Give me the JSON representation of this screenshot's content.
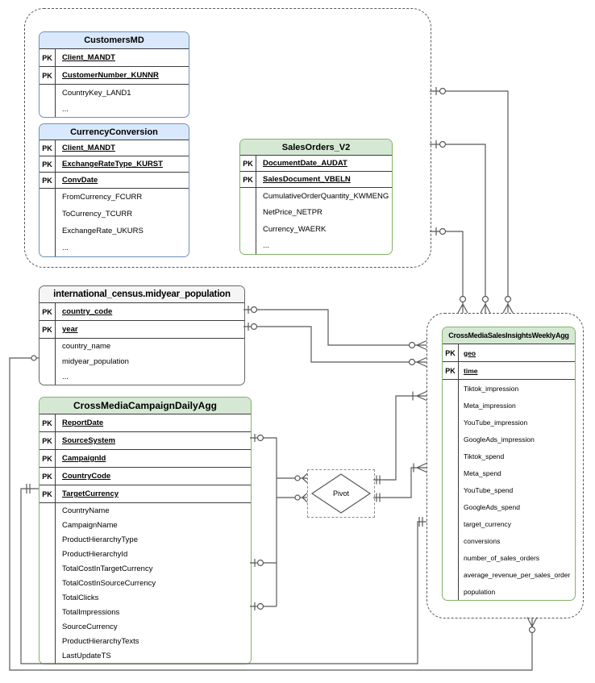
{
  "diagram": {
    "pivot_label": "Pivot",
    "colors": {
      "blue": {
        "header": "#dae8fc",
        "border": "#6c8ebf"
      },
      "green": {
        "header": "#d5e8d4",
        "border": "#82b366"
      },
      "gray": {
        "header": "#f5f5f5",
        "border": "#666666"
      },
      "line": "#595959"
    },
    "tables": [
      {
        "title": "CustomersMD",
        "theme": "blue",
        "rows": [
          {
            "pk": "PK",
            "name": "Client_MANDT"
          },
          {
            "pk": "PK",
            "name": "CustomerNumber_KUNNR"
          },
          {
            "name": "CountryKey_LAND1"
          },
          {
            "name": "..."
          }
        ]
      },
      {
        "title": "CurrencyConversion",
        "theme": "blue",
        "rows": [
          {
            "pk": "PK",
            "name": "Client_MANDT"
          },
          {
            "pk": "PK",
            "name": "ExchangeRateType_KURST"
          },
          {
            "pk": "PK",
            "name": "ConvDate"
          },
          {
            "name": "FromCurrency_FCURR"
          },
          {
            "name": "ToCurrency_TCURR"
          },
          {
            "name": "ExchangeRate_UKURS"
          },
          {
            "name": "..."
          }
        ]
      },
      {
        "title": "SalesOrders_V2",
        "theme": "green",
        "rows": [
          {
            "pk": "PK",
            "name": "DocumentDate_AUDAT"
          },
          {
            "pk": "PK",
            "name": "SalesDocument_VBELN"
          },
          {
            "name": "CumulativeOrderQuantity_KWMENG"
          },
          {
            "name": "NetPrice_NETPR"
          },
          {
            "name": "Currency_WAERK"
          },
          {
            "name": "..."
          }
        ]
      },
      {
        "title": "international_census.midyear_population",
        "theme": "gray",
        "rows": [
          {
            "pk": "PK",
            "name": "country_code"
          },
          {
            "pk": "PK",
            "name": "year"
          },
          {
            "name": "country_name"
          },
          {
            "name": "midyear_population"
          },
          {
            "name": "..."
          }
        ]
      },
      {
        "title": "CrossMediaCampaignDailyAgg",
        "theme": "green",
        "rows": [
          {
            "pk": "PK",
            "name": "ReportDate"
          },
          {
            "pk": "PK",
            "name": "SourceSystem"
          },
          {
            "pk": "PK",
            "name": "CampaignId"
          },
          {
            "pk": "PK",
            "name": "CountryCode"
          },
          {
            "pk": "PK",
            "name": "TargetCurrency"
          },
          {
            "name": "CountryName"
          },
          {
            "name": "CampaignName"
          },
          {
            "name": "ProductHierarchyType"
          },
          {
            "name": "ProductHierarchyId"
          },
          {
            "name": "TotalCostInTargetCurrency"
          },
          {
            "name": "TotalCostInSourceCurrency"
          },
          {
            "name": "TotalClicks"
          },
          {
            "name": "TotalImpressions"
          },
          {
            "name": "SourceCurrency"
          },
          {
            "name": "ProductHierarchyTexts"
          },
          {
            "name": "LastUpdateTS"
          }
        ]
      },
      {
        "title": "CrossMediaSalesInsightsWeeklyAgg",
        "theme": "green",
        "rows": [
          {
            "pk": "PK",
            "name": "geo"
          },
          {
            "pk": "PK",
            "name": "time"
          },
          {
            "name": "Tiktok_impression"
          },
          {
            "name": "Meta_impression"
          },
          {
            "name": "YouTube_impression"
          },
          {
            "name": "GoogleAds_impression"
          },
          {
            "name": "Tiktok_spend"
          },
          {
            "name": "Meta_spend"
          },
          {
            "name": "YouTube_spend"
          },
          {
            "name": "GoogleAds_spend"
          },
          {
            "name": "target_currency"
          },
          {
            "name": "conversions"
          },
          {
            "name": "number_of_sales_orders"
          },
          {
            "name": "average_revenue_per_sales_order"
          },
          {
            "name": "population"
          }
        ]
      }
    ]
  }
}
